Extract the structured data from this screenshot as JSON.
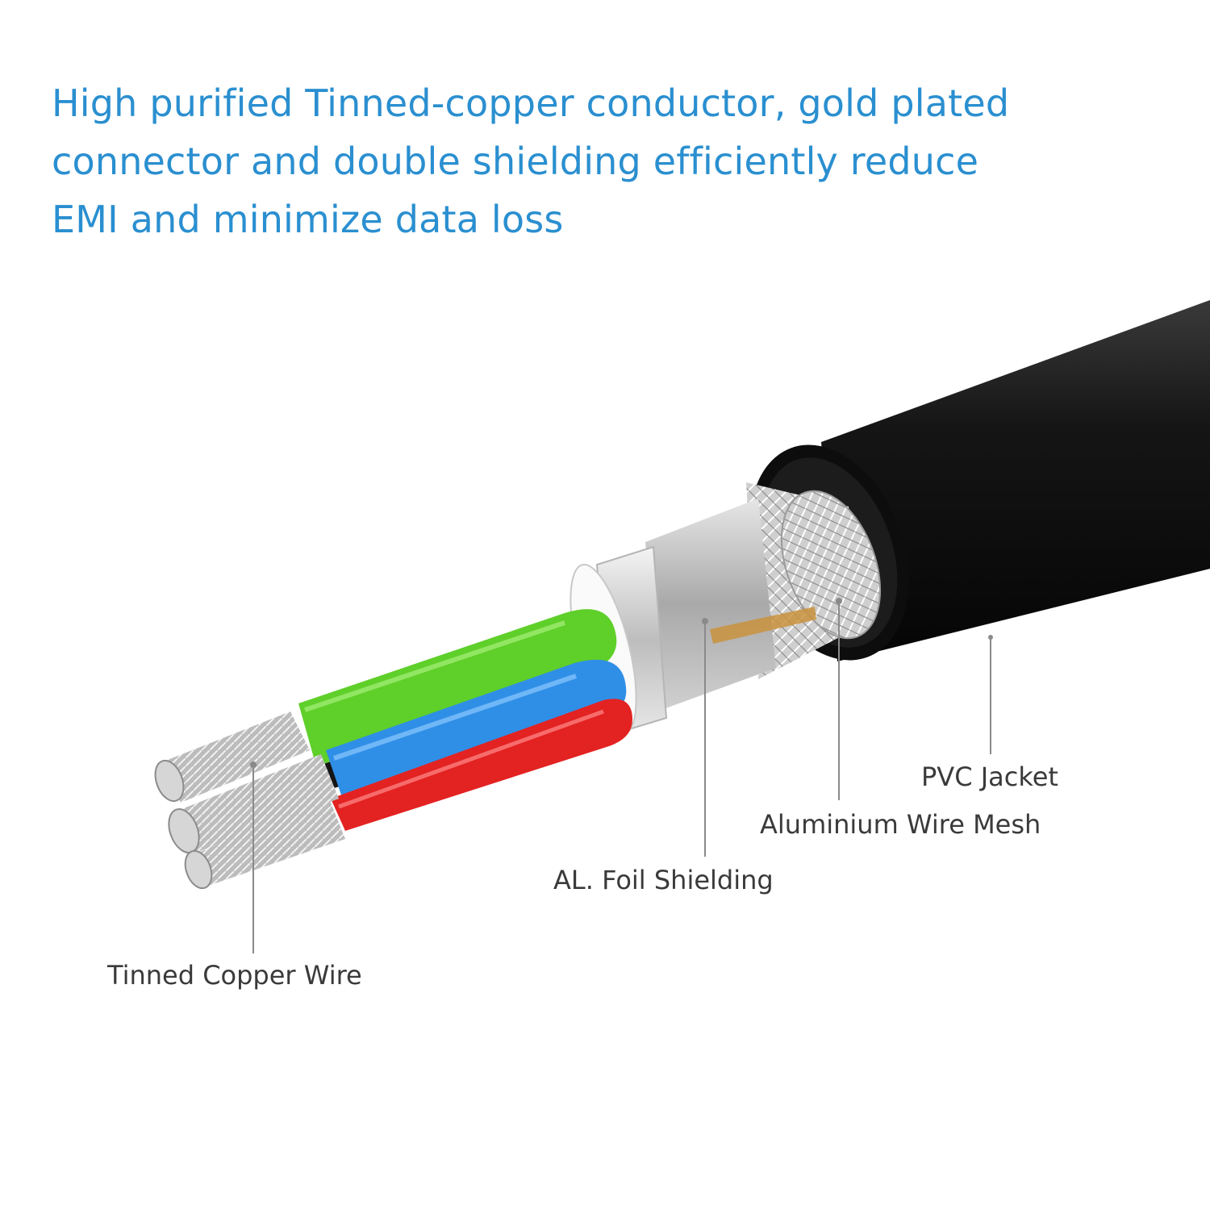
{
  "headline": {
    "lines": [
      "High purified Tinned-copper conductor, gold plated",
      "connector and double shielding efficiently reduce",
      "EMI and minimize data loss"
    ]
  },
  "labels": {
    "pvc_jacket": "PVC Jacket",
    "aluminium_wire_mesh": "Aluminium Wire Mesh",
    "al_foil_shielding": "AL. Foil Shielding",
    "tinned_copper_wire": "Tinned Copper Wire"
  },
  "colors": {
    "headline": "#2a8fd0",
    "label_text": "#3a3a3a",
    "leader_line": "#8a8a8a",
    "jacket": "#111111",
    "wire_green": "#5fcf2a",
    "wire_black": "#151515",
    "wire_blue": "#2f8fe6",
    "wire_red": "#e32222",
    "foil": "#d7d7d7",
    "conductor": "#c2c2c2"
  }
}
